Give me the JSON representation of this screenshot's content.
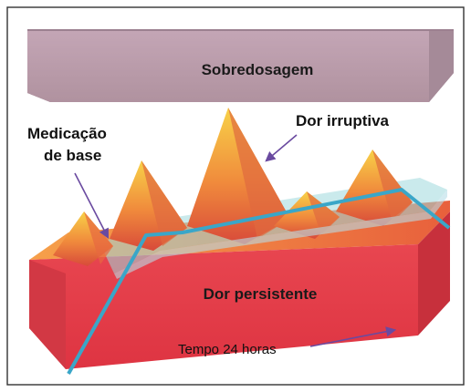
{
  "labels": {
    "overdose": "Sobredosagem",
    "breakthrough_pain": "Dor irruptiva",
    "baseline_medication_line1": "Medicação",
    "baseline_medication_line2": "de base",
    "persistent_pain": "Dor persistente",
    "time_axis": "Tempo 24 horas"
  },
  "colors": {
    "overdose_front": "#b79aaa",
    "overdose_top": "#8b6f84",
    "persistent_front": "#e8404a",
    "persistent_top": "#f0804a",
    "peak_light": "#f8c848",
    "peak_dark": "#d8503a",
    "medication_band": "#9fd8dc",
    "medication_line": "#3aa6c8",
    "arrow": "#6a4aa0",
    "frame": "#333333"
  }
}
